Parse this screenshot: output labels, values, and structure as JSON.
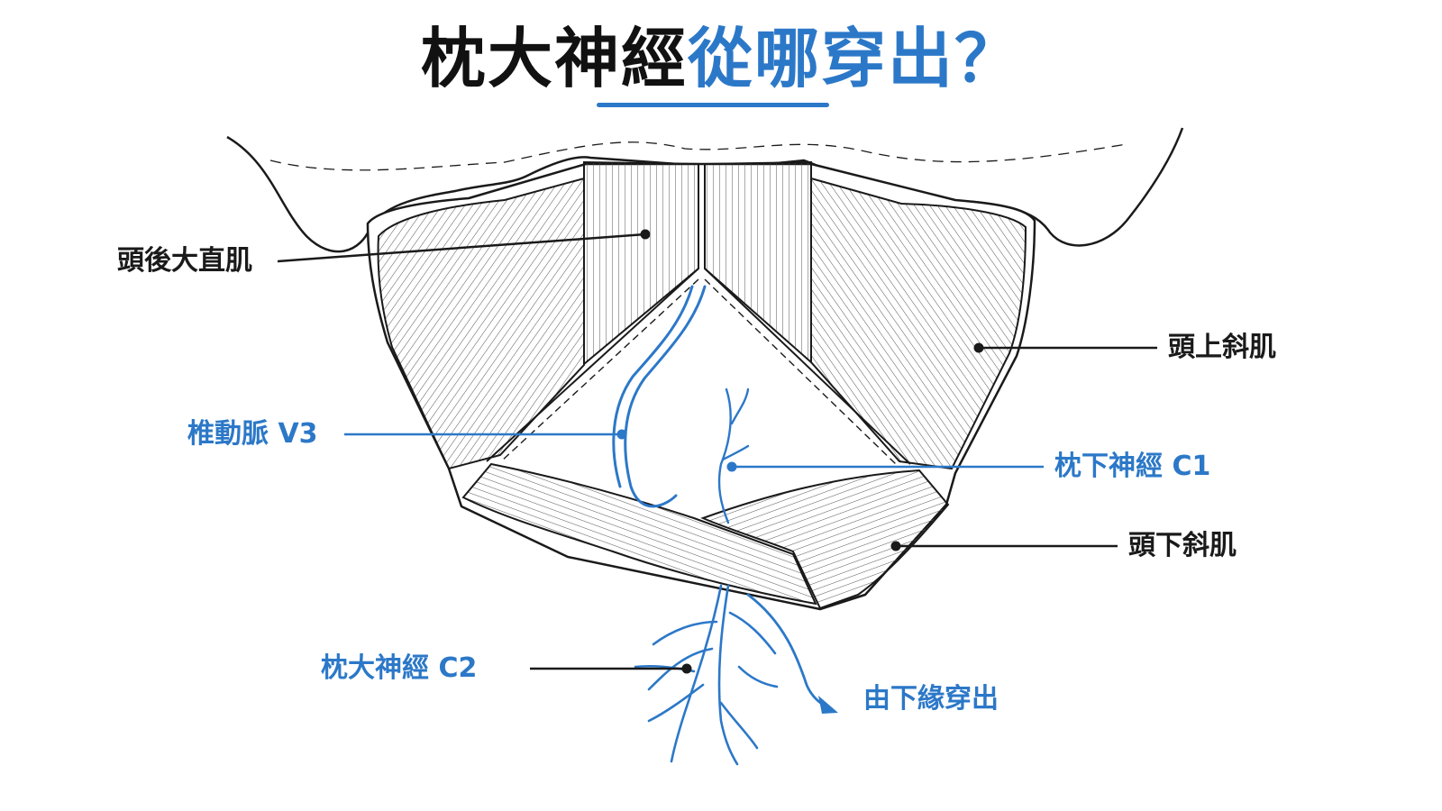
{
  "title": {
    "part1": "枕大神經",
    "part2": "從哪穿出？"
  },
  "labels": {
    "rectus_capitis_posterior_major": "頭後大直肌",
    "obliquus_capitis_superior": "頭上斜肌",
    "vertebral_artery": "椎動脈 V3",
    "suboccipital_nerve": "枕下神經 C1",
    "obliquus_capitis_inferior": "頭下斜肌",
    "greater_occipital_nerve": "枕大神經 C2",
    "exit_note": "由下緣穿出"
  },
  "colors": {
    "accent": "#2c78c8",
    "ink": "#1a1a1a"
  }
}
